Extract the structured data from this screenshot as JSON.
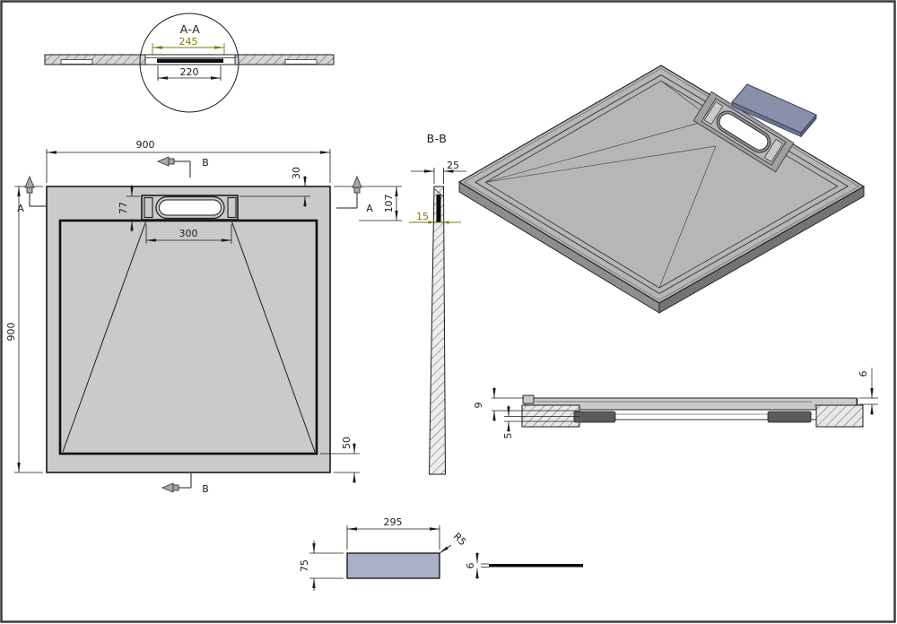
{
  "drawing": {
    "detail_view": {
      "title": "A-A",
      "dim_outer": "245",
      "dim_inner": "220"
    },
    "plan_view": {
      "dim_width": "900",
      "dim_height": "900",
      "dim_drain_span": "300",
      "dim_drain_depth": "77",
      "dim_edge_to_drain": "30",
      "dim_edge_to_basin": "107",
      "dim_border_bottom": "50",
      "section_a_label": "A",
      "section_b_label": "B"
    },
    "section_view": {
      "title": "B-B",
      "dim_thickness": "25",
      "dim_recess_depth": "15"
    },
    "profile_view": {
      "dim_rim_height": "9",
      "dim_base_recess": "5",
      "dim_lip_height": "6"
    },
    "cover_plate": {
      "dim_length": "295",
      "dim_width": "75",
      "dim_corner_radius": "R5",
      "dim_thickness": "6"
    },
    "colors": {
      "tray_fill": "#cacaca",
      "iso_top_fill": "#b5b6b8",
      "cover_top_fill": "#aab0c6",
      "cover_iso_fill": "#8890aa",
      "accent_dim": "#7d7d00"
    }
  }
}
